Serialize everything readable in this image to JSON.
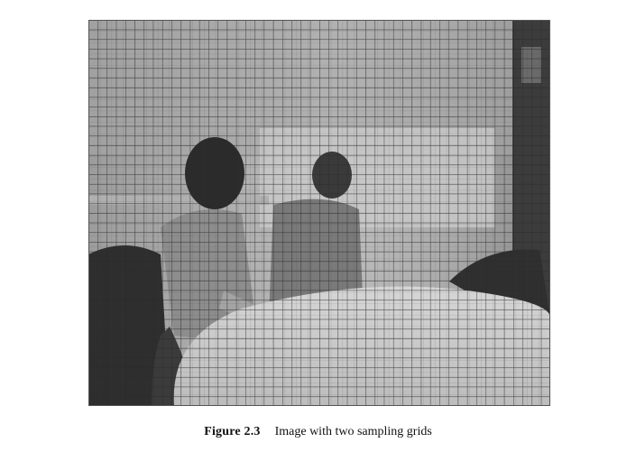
{
  "figure": {
    "label": "Figure 2.3",
    "caption": "Image with two sampling grids",
    "image_kind": "grayscale photograph overlaid with two sampling grids",
    "colors": {
      "grid_line": "#2a2a2a",
      "page_background": "#ffffff"
    }
  }
}
